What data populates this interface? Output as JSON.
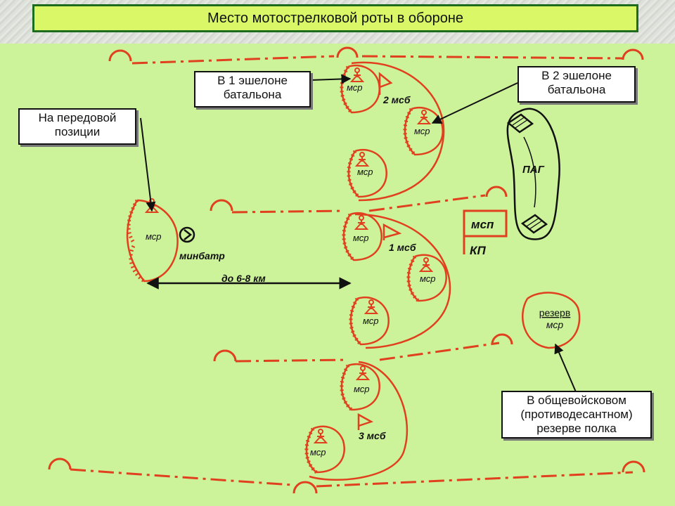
{
  "title": "Место мотострелковой роты в обороне",
  "callouts": {
    "forward": "На передовой позиции",
    "echelon1": "В 1 эшелоне батальона",
    "echelon2": "В 2 эшелоне батальона",
    "reserve": "В общевойсковом (противодесантном) резерве полка"
  },
  "labels": {
    "msr": "мср",
    "msb2": "2 мсб",
    "msb1": "1 мсб",
    "msb3": "3 мсб",
    "minbatr": "минбатр",
    "distance": "до 6-8 км",
    "pag": "ПАГ",
    "msp": "мсп",
    "kp": "КП",
    "reserve_top": "резерв",
    "reserve_bottom": "мср"
  },
  "colors": {
    "unit_red": "#e0401e",
    "title_bg": "#d9f766",
    "title_border": "#1d6b1d",
    "field_bg": "#ccf29a"
  }
}
